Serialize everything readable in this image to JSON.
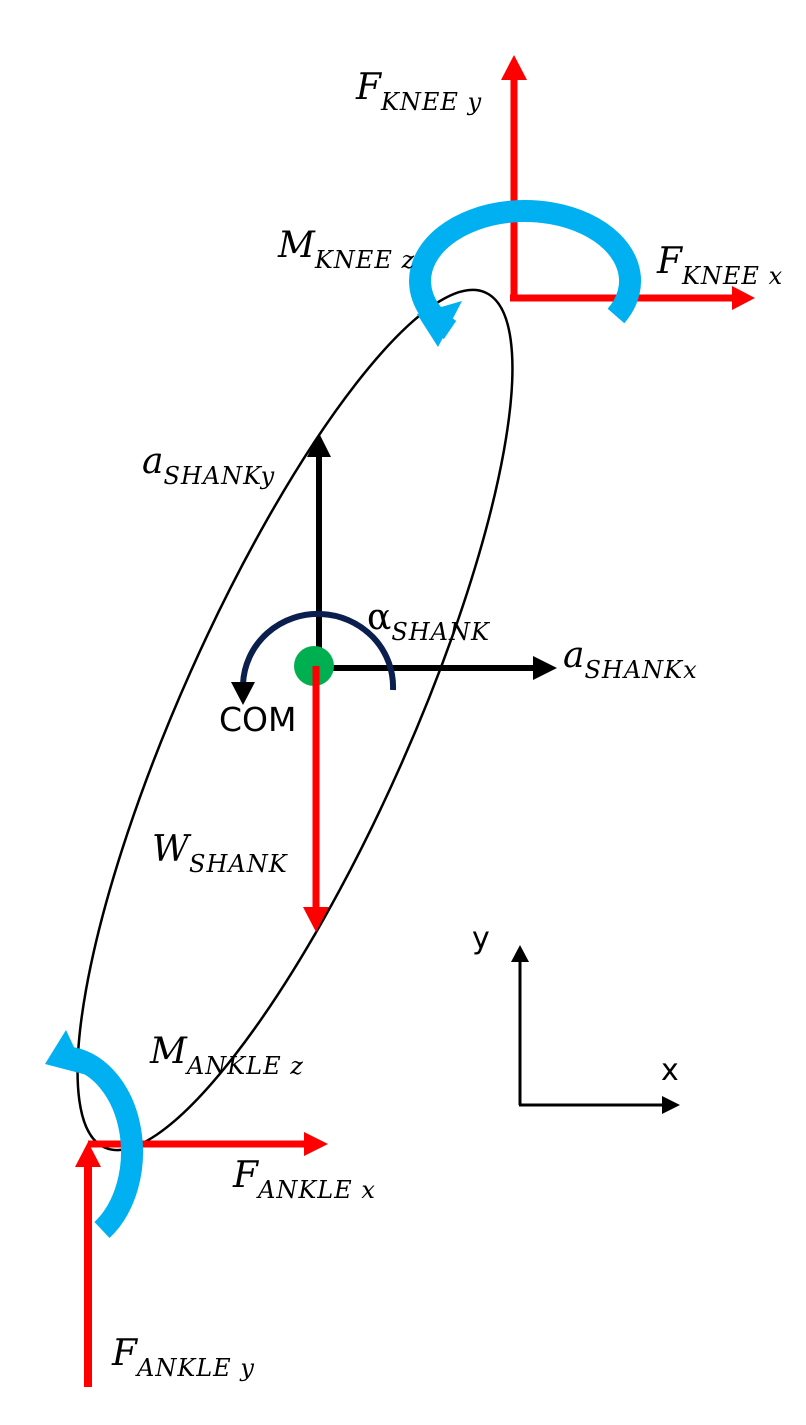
{
  "colors": {
    "force": "#ff0000",
    "moment": "#00b0f0",
    "kinematic": "#000000",
    "angular_accel": "#0b1f4f",
    "com_marker": "#00b050",
    "outline": "#000000"
  },
  "labels": {
    "knee_fy": {
      "main": "F",
      "sub": "KNEE y"
    },
    "knee_fx": {
      "main": "F",
      "sub": "KNEE x"
    },
    "knee_mz": {
      "main": "M",
      "sub": "KNEE z"
    },
    "shank_ay": {
      "main": "a",
      "sub": "SHANKy"
    },
    "shank_ax": {
      "main": "a",
      "sub": "SHANKx"
    },
    "shank_alpha": {
      "main": "α",
      "sub": "SHANK"
    },
    "com": "COM",
    "shank_w": {
      "main": "W",
      "sub": "SHANK"
    },
    "ankle_mz": {
      "main": "M",
      "sub": "ANKLE z"
    },
    "ankle_fx": {
      "main": "F",
      "sub": "ANKLE x"
    },
    "ankle_fy": {
      "main": "F",
      "sub": "ANKLE y"
    },
    "axis_y": "y",
    "axis_x": "x"
  }
}
